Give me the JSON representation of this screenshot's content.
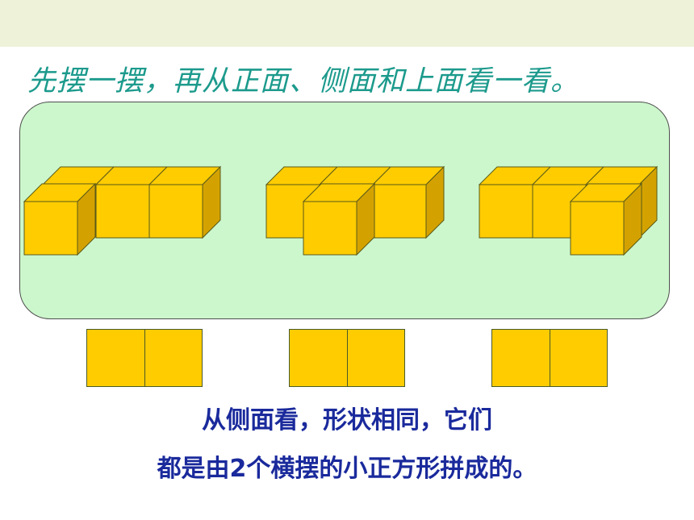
{
  "title": "先摆一摆，再从正面、侧面和上面看一看。",
  "colors": {
    "title": "#1c9a8c",
    "panel": "#ccf7cc",
    "cube": "#ffcc00",
    "cube_side": "#d4a200",
    "caption": "#1a2a9c"
  },
  "side_views": [
    {
      "squares": 2
    },
    {
      "squares": 2
    },
    {
      "squares": 2
    }
  ],
  "caption": {
    "line1": "从侧面看，形状相同，它们",
    "line2": "都是由2个横摆的小正方形拼成的。"
  }
}
